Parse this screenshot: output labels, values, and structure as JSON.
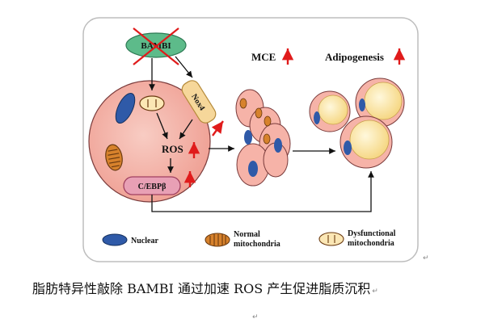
{
  "figure": {
    "top_labels": {
      "mce": "MCE",
      "adipogenesis": "Adipogenesis"
    },
    "nodes": {
      "bambi": "BAMBI",
      "nox4": "Nox4",
      "ros": "ROS",
      "cebpb": "C/EBPβ"
    },
    "legend": {
      "nuclear": "Nuclear",
      "normal_line1": "Normal",
      "normal_line2": "mitochondria",
      "dysfunctional_line1": "Dysfunctional",
      "dysfunctional_line2": "mitochondria"
    }
  },
  "caption": {
    "text": "脂肪特异性敲除 BAMBI 通过加速 ROS 产生促进脂质沉积",
    "return_mark": "↵"
  },
  "edge_marks": {
    "right_mark": "↵",
    "bottom_mark": "↵"
  },
  "colors": {
    "cell_fill": "#f3b5aa",
    "nucleus": "#2f5aa8",
    "bambi_fill": "#5dbb8a",
    "nox4_fill": "#f6d79a",
    "cebpb_fill": "#e8a0b5",
    "lipid": "#fbe6a8",
    "arrow_red": "#e01b1b"
  }
}
